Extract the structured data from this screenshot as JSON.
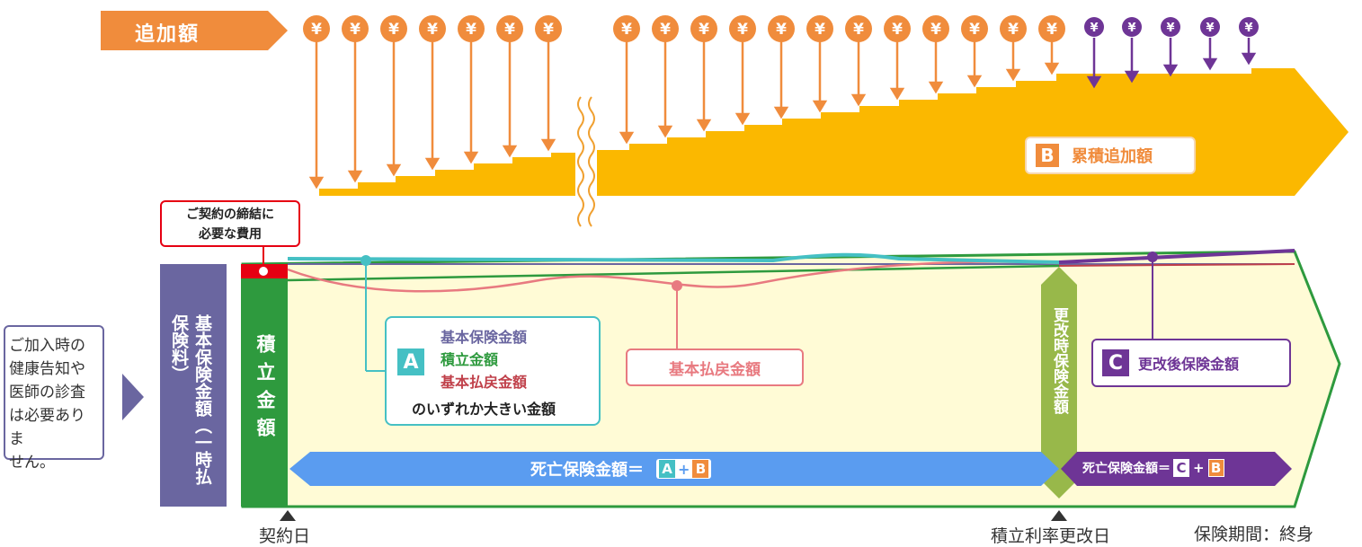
{
  "header": {
    "added_amount_label": "追加額",
    "yen_symbol": "¥"
  },
  "fee_callout": {
    "line1": "ご契約の締結に",
    "line2": "必要な費用"
  },
  "left_note": {
    "lines": [
      "ご加入時の",
      "健康告知や",
      "医師の診査",
      "は必要ありま",
      "せん。"
    ]
  },
  "columns": {
    "basic_insurance": "基本保険金額（一時払保険料）",
    "accumulated": "積立金額",
    "renewal": "更改時保険金額"
  },
  "box_a": {
    "letter": "A",
    "line1": "基本保険金額",
    "line2": "積立金額",
    "line3": "基本払戻金額",
    "line4": "のいずれか大きい金額"
  },
  "box_b": {
    "letter": "B",
    "label": "累積追加額"
  },
  "box_c": {
    "letter": "C",
    "label": "更改後保険金額"
  },
  "refund_label": "基本払戻金額",
  "death_benefit_1": {
    "label": "死亡保険金額＝",
    "a": "A",
    "plus": "+",
    "b": "B"
  },
  "death_benefit_2": {
    "label": "死亡保険金額＝",
    "c": "C",
    "plus": "+",
    "b": "B"
  },
  "bottom": {
    "contract_date": "契約日",
    "renewal_date": "積立利率更改日",
    "period": "保険期間：終身"
  },
  "colors": {
    "orange": "#f08c3c",
    "gold": "#fbb800",
    "purple": "#6e3596",
    "slate": "#6a66a0",
    "green": "#2e9a3e",
    "teal": "#45c0c4",
    "pink": "#e87a80",
    "blue": "#5a9cf0",
    "olive": "#98b84a"
  }
}
